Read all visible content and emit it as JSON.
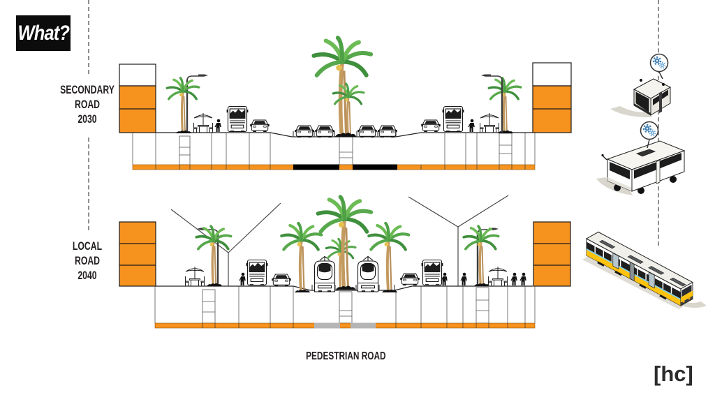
{
  "what_badge": {
    "label": "What?"
  },
  "diagram": {
    "sections": [
      {
        "id": "secondary-road-2030",
        "label_lines": [
          "SECONDARY",
          "ROAD",
          "2030"
        ]
      },
      {
        "id": "local-road-2040",
        "label_lines": [
          "LOCAL",
          "ROAD",
          "2040"
        ]
      }
    ],
    "bottom_label": "PEDESTRIAN ROAD"
  },
  "legend": {
    "vehicles": [
      {
        "id": "autonomous-shuttle",
        "icon": "autonomous-shuttle-icon",
        "badge_icon": "gears-icon"
      },
      {
        "id": "autonomous-bus",
        "icon": "autonomous-bus-icon",
        "badge_icon": "gears-icon"
      },
      {
        "id": "tram",
        "icon": "tram-icon",
        "badge_icon": null
      }
    ]
  },
  "footer": {
    "logo": "[hc]"
  },
  "colors": {
    "accent_orange": "#F6921E",
    "strip_black": "#000000",
    "strip_gray": "#B5B5B5",
    "gear_blue": "#3F7FB5",
    "tram_yellow": "#FFC20E",
    "tram_teal": "#7ECFE0",
    "dashed_line": "#8F8F8F",
    "text_dark": "#231F20"
  }
}
